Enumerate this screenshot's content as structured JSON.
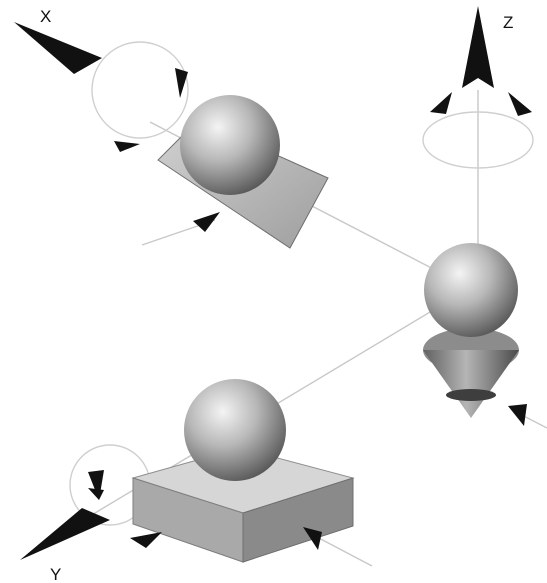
{
  "axes": {
    "x_label": "X",
    "y_label": "Y",
    "z_label": "Z"
  },
  "colors": {
    "background": "#ffffff",
    "line": "#c8c8c8",
    "arrow": "#111111",
    "surface_light": "#d9d9d9",
    "surface_mid": "#a9a9a9",
    "surface_dark": "#5a5a5a"
  },
  "icons": {
    "x_axis_arrow": "arrow-icon",
    "y_axis_arrow": "arrow-icon",
    "z_axis_arrow": "arrow-icon",
    "rotation_arrowheads": "arrowhead-icon"
  }
}
